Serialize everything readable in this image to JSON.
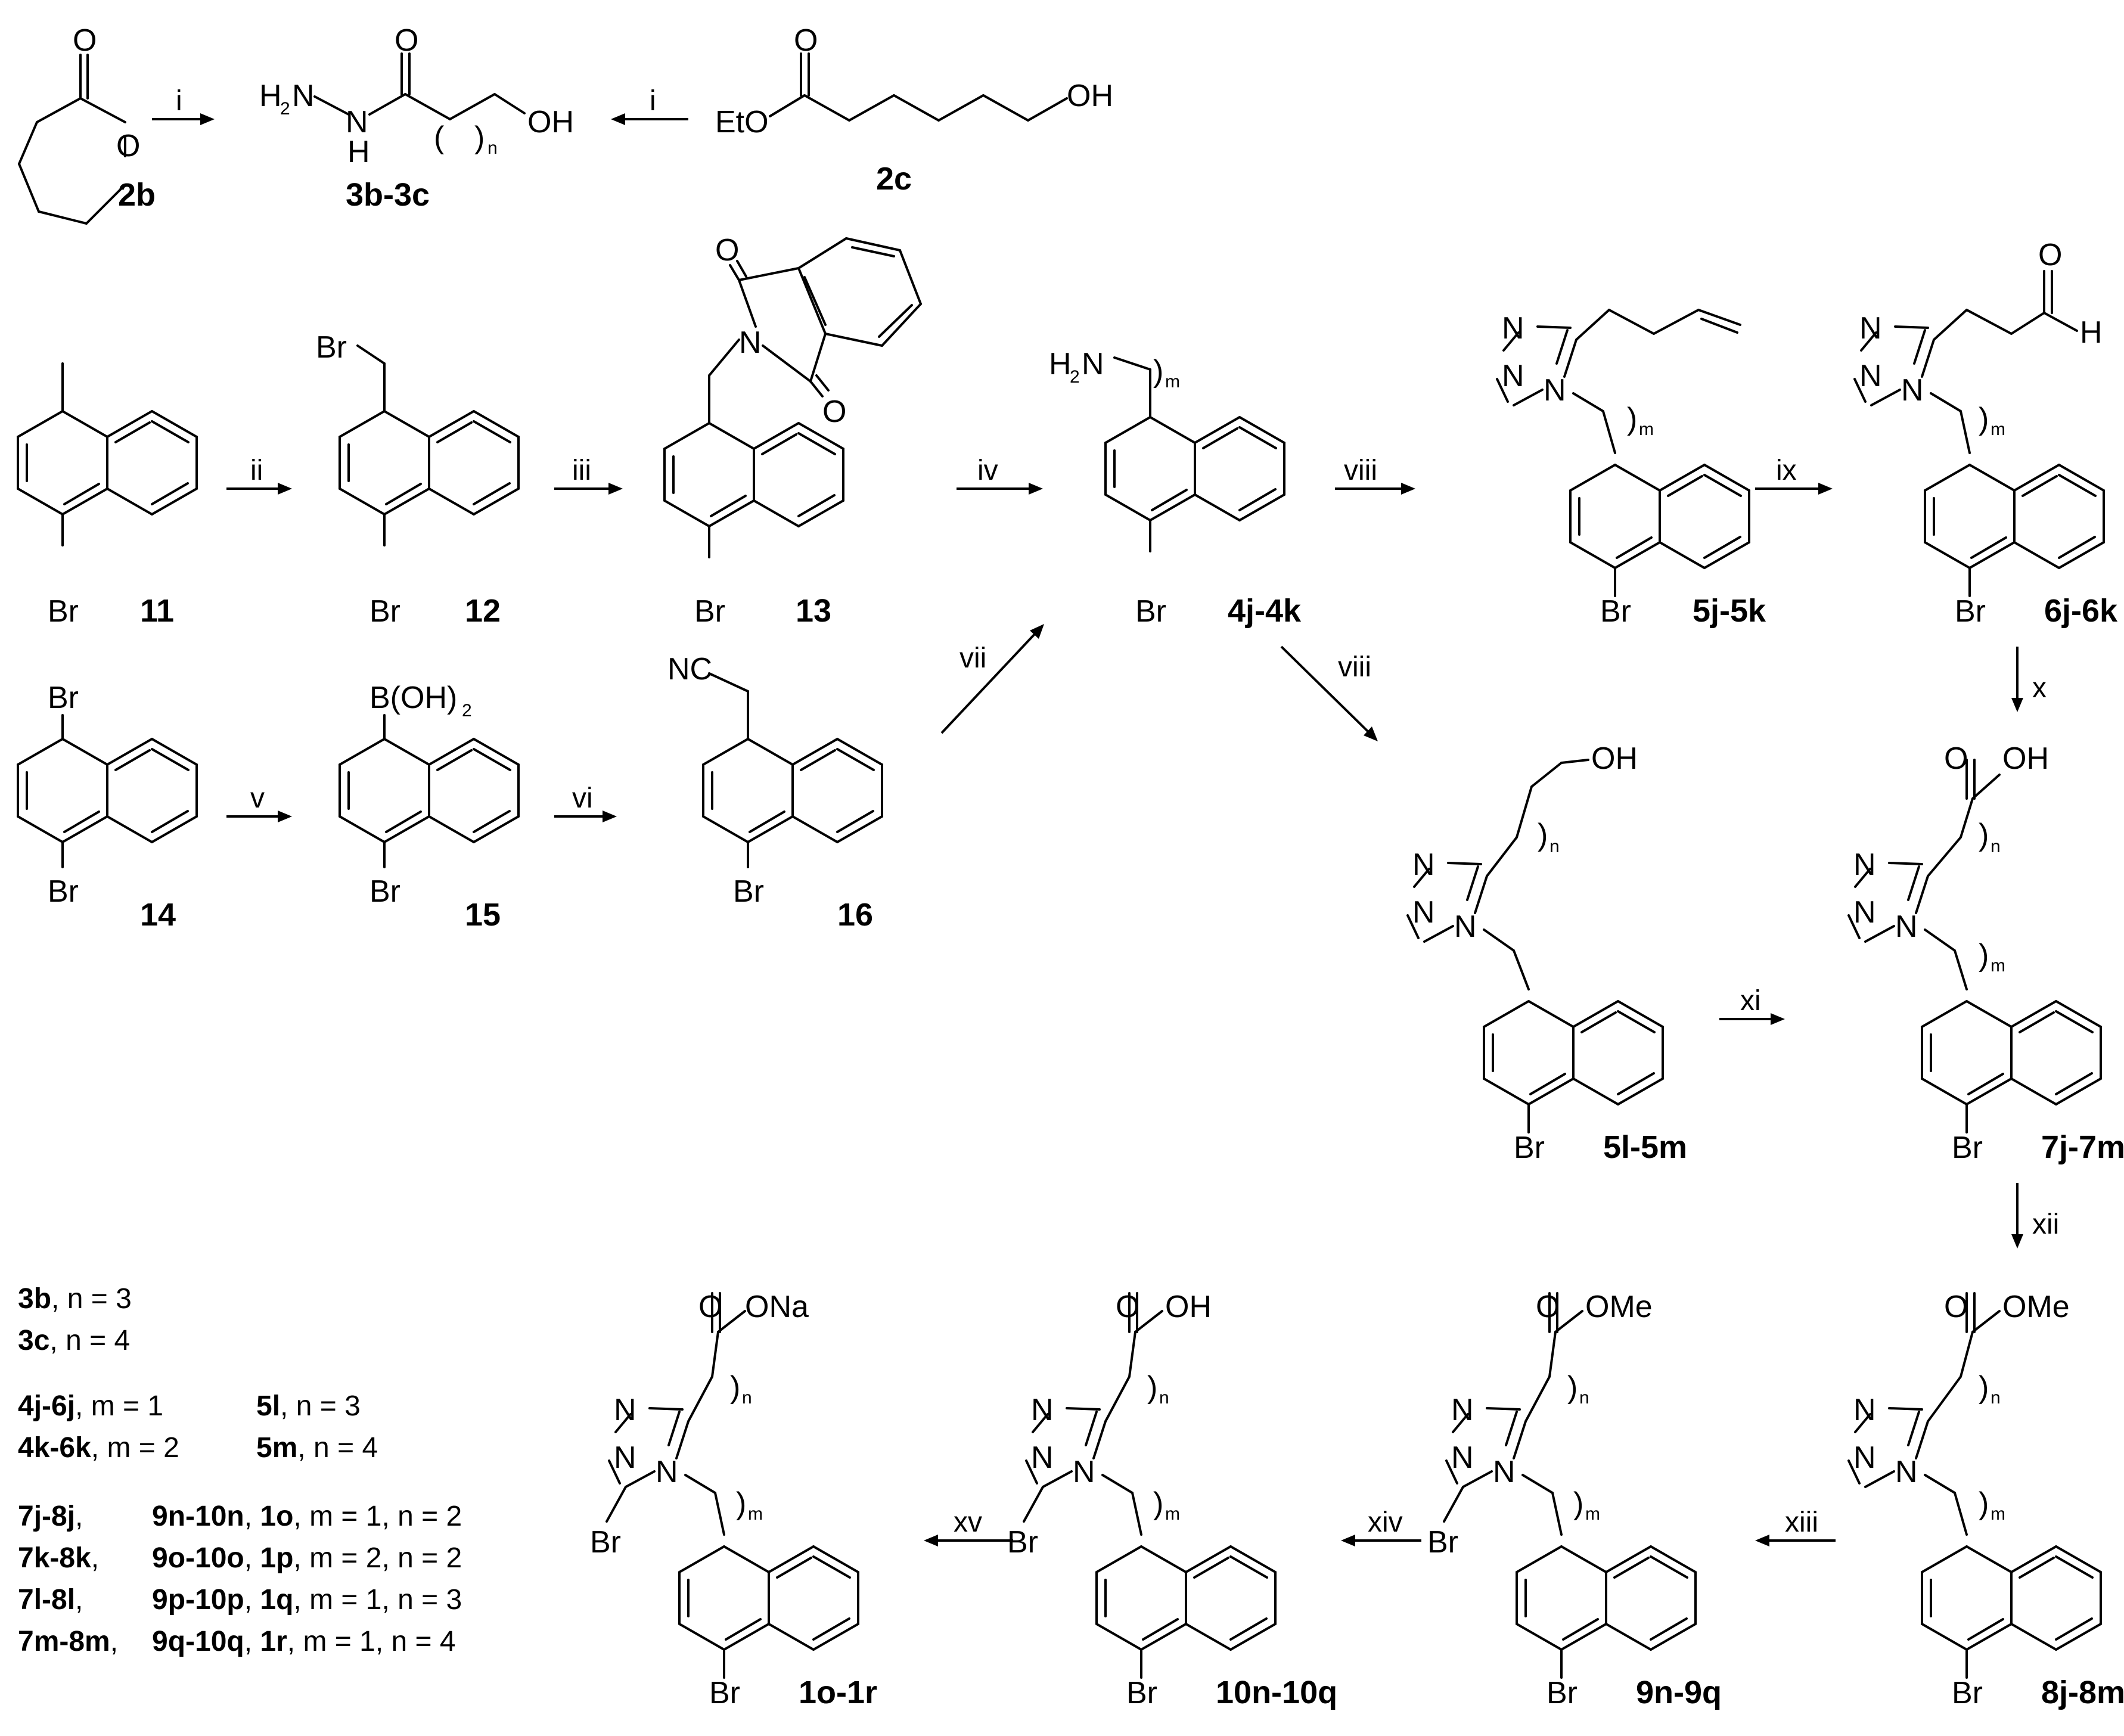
{
  "steps": {
    "i": "i",
    "ii": "ii",
    "iii": "iii",
    "iv": "iv",
    "v": "v",
    "vi": "vi",
    "vii": "vii",
    "viii": "viii",
    "ix": "ix",
    "x": "x",
    "xi": "xi",
    "xii": "xii",
    "xiii": "xiii",
    "xiv": "xiv",
    "xv": "xv"
  },
  "labels": {
    "c2b": "2b",
    "c3": "3b-3c",
    "c2c": "2c",
    "c11": "11",
    "c12": "12",
    "c13": "13",
    "c14": "14",
    "c15": "15",
    "c16": "16",
    "c4": "4j-4k",
    "c5jk": "5j-5k",
    "c6": "6j-6k",
    "c5lm": "5l-5m",
    "c7": "7j-7m",
    "c8": "8j-8m",
    "c9": "9n-9q",
    "c10": "10n-10q",
    "c1": "1o-1r"
  },
  "atoms": {
    "O": "O",
    "N": "N",
    "H": "H",
    "H2N": "H",
    "Br": "Br",
    "OH": "OH",
    "EtO": "EtO",
    "NC": "NC",
    "BOH2": "B(OH)",
    "OMe": "OMe",
    "ONa": "ONa",
    "n": "n",
    "m": "m",
    "paren_l": "(",
    "paren_r": ")",
    "two": "2"
  },
  "legend": [
    {
      "bold": "3b",
      "text": ", n = 3"
    },
    {
      "bold": "3c",
      "text": ", n = 4"
    },
    {
      "bold": "4j-6j",
      "text": ",   m = 1",
      "bold2": "5l",
      "text2": ",   n = 3"
    },
    {
      "bold": "4k-6k",
      "text": ", m = 2",
      "bold2": "5m",
      "text2": ", n = 4"
    },
    {
      "bold": "7j-8j",
      "text": ",",
      "bold2": "9n-10n",
      "text2": ", ",
      "bold3": "1o",
      "text3": ", m = 1, n = 2"
    },
    {
      "bold": "7k-8k",
      "text": ",",
      "bold2": "9o-10o",
      "text2": ", ",
      "bold3": "1p",
      "text3": ", m = 2, n = 2"
    },
    {
      "bold": "7l-8l",
      "text": ",",
      "bold2": "9p-10p",
      "text2": ", ",
      "bold3": "1q",
      "text3": ", m = 1, n = 3"
    },
    {
      "bold": "7m-8m",
      "text": ",",
      "bold2": "9q-10q",
      "text2": ", ",
      "bold3": "1r",
      "text3": ",  m = 1, n = 4"
    }
  ]
}
